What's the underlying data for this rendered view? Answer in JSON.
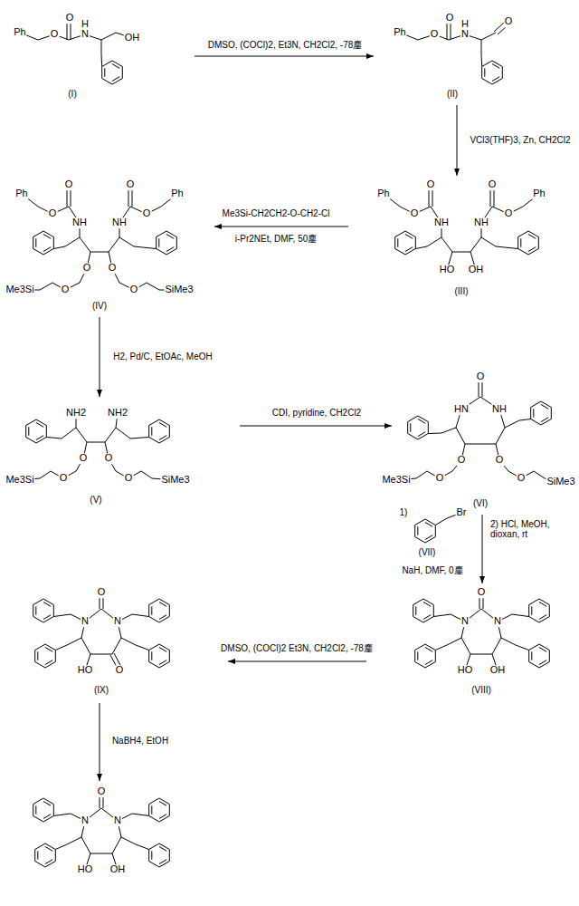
{
  "diagram": {
    "labels": [
      "Ph",
      "O",
      "O",
      "H",
      "N",
      "OH",
      "(I)",
      "DMSO, (COCl)2, Et3N, CH2Cl2, -78鏖",
      "Ph",
      "O",
      "O",
      "H",
      "N",
      "O",
      "(II)",
      "VCl3(THF)3, Zn, CH2Cl2",
      "Ph",
      "O",
      "O",
      "NH",
      "NH",
      "O",
      "O",
      "Ph",
      "HO",
      "OH",
      "(III)",
      "Me3Si-CH2CH2-O-CH2-Cl",
      "i-Pr2NEt, DMF, 50鏖",
      "Ph",
      "O",
      "O",
      "NH",
      "NH",
      "O",
      "O",
      "Ph",
      "O",
      "O",
      "Me3Si",
      "O",
      "O",
      "SiMe3",
      "(IV)",
      "H2, Pd/C, EtOAc, MeOH",
      "NH2",
      "NH2",
      "O",
      "O",
      "Me3Si",
      "O",
      "O",
      "SiMe3",
      "(V)",
      "CDI, pyridine, CH2Cl2",
      "O",
      "HN",
      "NH",
      "O",
      "O",
      "Me3Si",
      "O",
      "O",
      "SiMe3",
      "(VI)",
      "1)",
      "Br",
      "(VII)",
      "NaH, DMF, 0鏖",
      "2) HCl, MeOH, dioxan, rt",
      "O",
      "N",
      "N",
      "HO",
      "OH",
      "(VIII)",
      "DMSO, (COCl)2 Et3N, CH2Cl2, -78鏖",
      "O",
      "N",
      "N",
      "HO",
      "O",
      "(IX)",
      "NaBH4, EtOH",
      "O",
      "N",
      "N",
      "HO",
      "OH"
    ]
  }
}
